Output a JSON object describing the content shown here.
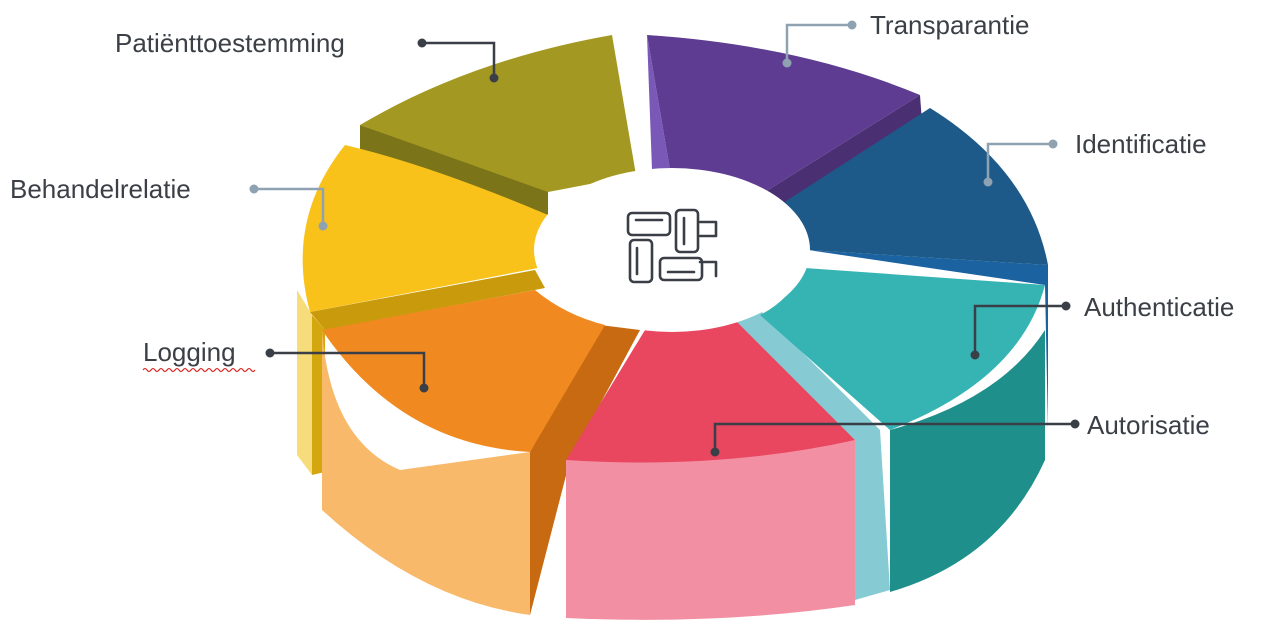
{
  "diagram": {
    "segments": [
      {
        "label": "Transparantie",
        "top": "#5e3c91",
        "side": "#4a2f73"
      },
      {
        "label": "Identificatie",
        "top": "#1d5a8a",
        "side": "#164a73"
      },
      {
        "label": "Authenticatie",
        "top": "#36b4b3",
        "side": "#1f8f8c"
      },
      {
        "label": "Autorisatie",
        "top": "#e8475f",
        "side": "#f28fa2"
      },
      {
        "label": "Logging",
        "top": "#f08a20",
        "side": "#f8b96a"
      },
      {
        "label": "Behandelrelatie",
        "top": "#f8c21a",
        "side": "#d9a90f"
      },
      {
        "label": "Patiënttoestemming",
        "top": "#a39922",
        "side": "#7b7418"
      }
    ],
    "center_icon": "joined-hands-icon"
  }
}
